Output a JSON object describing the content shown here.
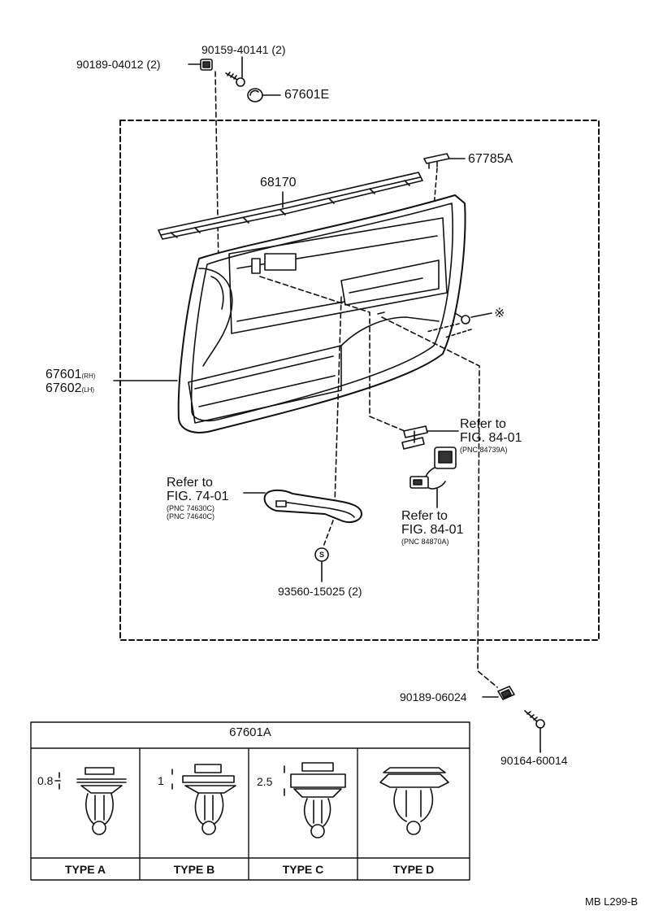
{
  "labels": {
    "p90189_04012": "90189-04012 (2)",
    "p90159_40141": "90159-40141 (2)",
    "p67601E": "67601E",
    "p67785A": "67785A",
    "p68170": "68170",
    "p67601_main": "67601",
    "p67601_rh": "(RH)",
    "p67602_main": "67602",
    "p67602_lh": "(LH)",
    "star_mark": "※",
    "ref1_line1": "Refer to",
    "ref1_line2": "FIG. 84-01",
    "ref1_pnc": "(PNC 84739A)",
    "ref2_line1": "Refer to",
    "ref2_line2": "FIG. 74-01",
    "ref2_pnc1": "(PNC 74630C)",
    "ref2_pnc2": "(PNC 74640C)",
    "ref3_line1": "Refer to",
    "ref3_line2": "FIG. 84-01",
    "ref3_pnc": "(PNC 84870A)",
    "screw_marker": "S",
    "p93560_15025": "93560-15025 (2)",
    "p90189_06024": "90189-06024",
    "p90164_60014": "90164-60014",
    "figure_code": "MB L299-B"
  },
  "clip_table": {
    "title": "67601A",
    "types": [
      {
        "name": "TYPE A",
        "dimension": "0.8"
      },
      {
        "name": "TYPE B",
        "dimension": "1"
      },
      {
        "name": "TYPE C",
        "dimension": "2.5"
      },
      {
        "name": "TYPE D",
        "dimension": ""
      }
    ]
  }
}
